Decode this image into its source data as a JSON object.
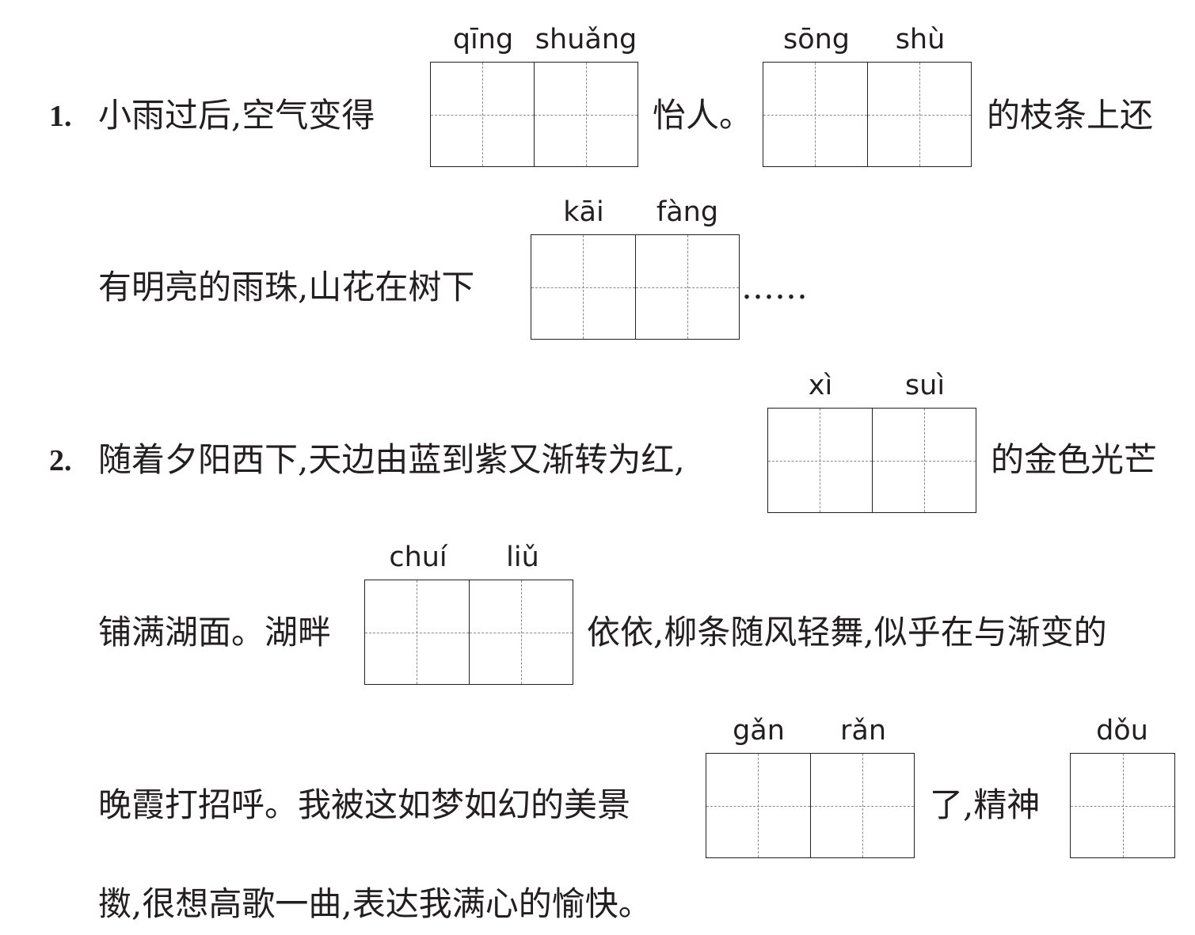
{
  "q1": {
    "number": "1.",
    "line1_a": "小雨过后,空气变得",
    "line1_b": "怡人。",
    "line1_c": "的枝条上还",
    "line2_a": "有明亮的雨珠,山花在树下",
    "line2_b": "……",
    "blank1": {
      "py1": "qīng",
      "py2": "shuǎng"
    },
    "blank2": {
      "py1": "sōng",
      "py2": "shù"
    },
    "blank3": {
      "py1": "kāi",
      "py2": "fàng"
    }
  },
  "q2": {
    "number": "2.",
    "line1_a": "随着夕阳西下,天边由蓝到紫又渐转为红,",
    "line1_b": "的金色光芒",
    "line2_a": "铺满湖面。湖畔",
    "line2_b": "依依,柳条随风轻舞,似乎在与渐变的",
    "line3_a": "晚霞打招呼。我被这如梦如幻的美景",
    "line3_b": "了,精神",
    "line4": "擞,很想高歌一曲,表达我满心的愉快。",
    "blank1": {
      "py1": "xì",
      "py2": "suì"
    },
    "blank2": {
      "py1": "chuí",
      "py2": "liǔ"
    },
    "blank3": {
      "py1": "gǎn",
      "py2": "rǎn"
    },
    "blank4": {
      "py1": "dǒu"
    }
  }
}
